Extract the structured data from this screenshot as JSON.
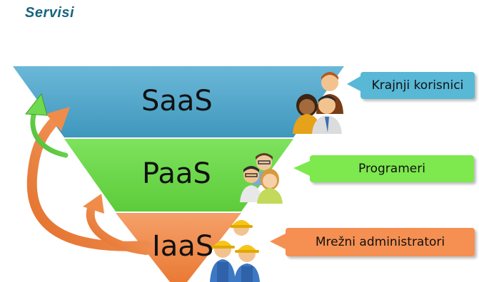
{
  "title": "Servisi",
  "layers": [
    {
      "label": "SaaS",
      "color": "#4fa6c9",
      "audience": "Krajnji korisnici",
      "callout_color": "#58b8d6"
    },
    {
      "label": "PaaS",
      "color": "#6fd94f",
      "audience": "Programeri",
      "callout_color": "#7ee84f"
    },
    {
      "label": "IaaS",
      "color": "#f08c4a",
      "audience": "Mrežni administratori",
      "callout_color": "#f59052"
    }
  ],
  "icons": {
    "users": "users-group-icon",
    "developers": "developers-group-icon",
    "admins": "admins-group-icon",
    "arrows": "curved-arrow-icon"
  }
}
